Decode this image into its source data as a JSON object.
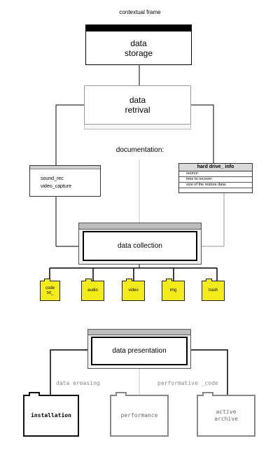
{
  "header": {
    "title": "contextual frame"
  },
  "nodes": {
    "storage": {
      "line1": "data",
      "line2": "storage"
    },
    "retrival": {
      "line1": "data",
      "line2": "retrival"
    },
    "documentation": "documentation:",
    "sound_panel": {
      "items": [
        "sound_rec",
        "video_capture"
      ]
    },
    "hard_drive": {
      "title": "hard drive_ info",
      "rows": [
        "source:",
        "time to recover:",
        "size of the restore data:"
      ]
    },
    "collection": "data collection",
    "presentation": "data presentation"
  },
  "folders": [
    {
      "line1": "code",
      "line2": "txt_"
    },
    {
      "line1": "audio",
      "line2": ""
    },
    {
      "line1": "video",
      "line2": ""
    },
    {
      "line1": "img",
      "line2": ""
    },
    {
      "line1": "trash",
      "line2": ""
    }
  ],
  "edge_labels": {
    "ereasing": "data ereasing",
    "performative": "performative _code"
  },
  "outputs": [
    {
      "line1": "installation",
      "line2": ""
    },
    {
      "line1": "performance",
      "line2": ""
    },
    {
      "line1": "active",
      "line2": "archive"
    }
  ],
  "colors": {
    "folder_fill": "#f3ec1a",
    "header_bar": "#000000",
    "gray_text": "#8a8a8a"
  }
}
